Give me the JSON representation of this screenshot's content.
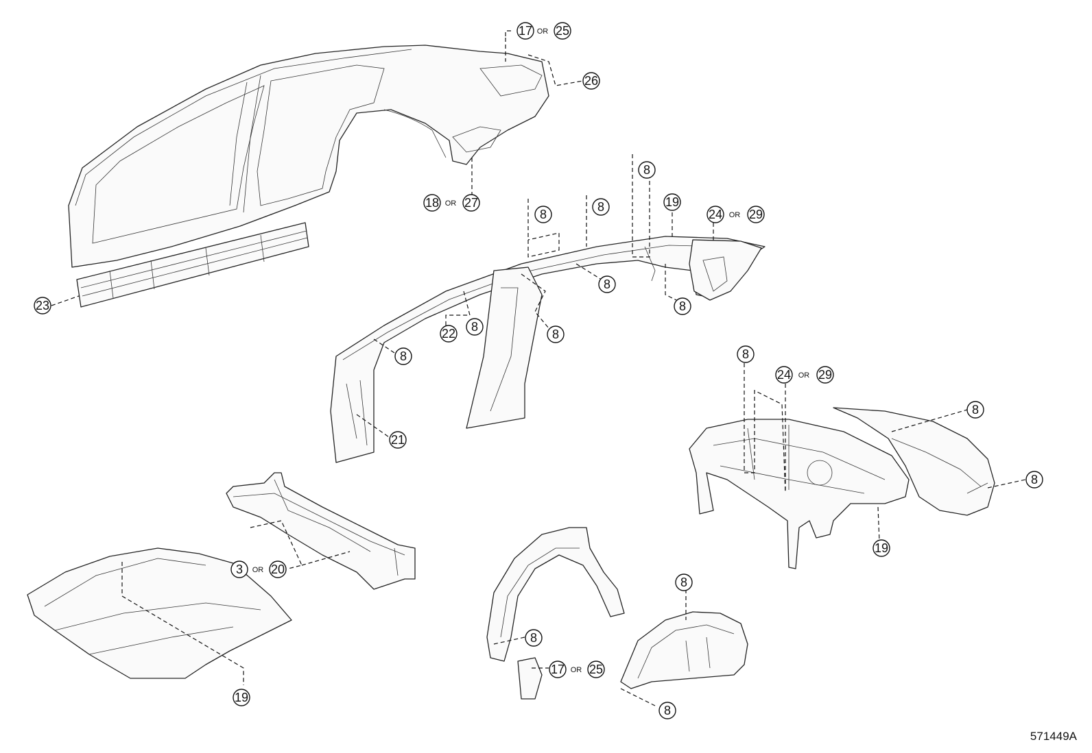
{
  "figure_code": "571449A",
  "or_label": "OR",
  "callouts": {
    "c17a": "17",
    "c25a": "25",
    "c26": "26",
    "c18": "18",
    "c27": "27",
    "c23": "23",
    "c8a": "8",
    "c8b": "8",
    "c8c": "8",
    "c8d": "8",
    "c8e": "8",
    "c8f": "8",
    "c8g": "8",
    "c8h": "8",
    "c19a": "19",
    "c24a": "24",
    "c29a": "29",
    "c22": "22",
    "c21": "21",
    "c8i": "8",
    "c24b": "24",
    "c29b": "29",
    "c8j": "8",
    "c8k": "8",
    "c19b": "19",
    "c3": "3",
    "c20": "20",
    "c19c": "19",
    "c8l": "8",
    "c8m": "8",
    "c17b": "17",
    "c25b": "25",
    "c8n": "8"
  }
}
